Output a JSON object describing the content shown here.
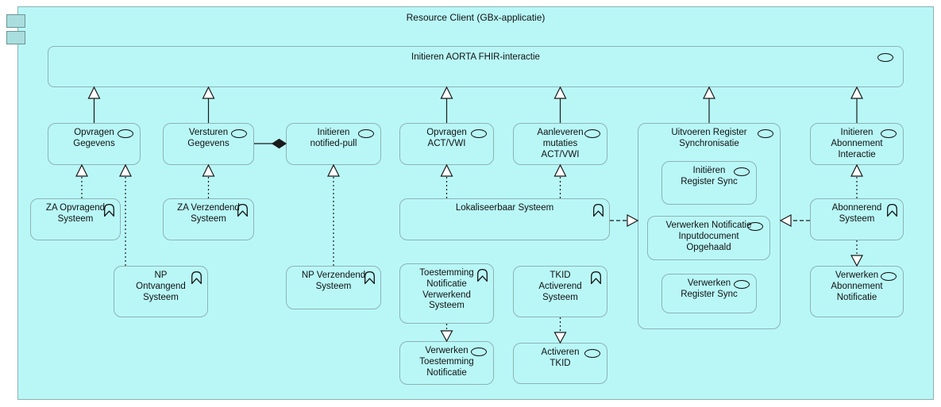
{
  "window": {
    "title": "Resource Client (GBx-applicatie)"
  },
  "colors": {
    "element_fill": "#b9f7f7",
    "element_border": "#8fb2b2",
    "component_icon_fill": "#a9dede",
    "line": "#1a1a1a",
    "text": "#111111"
  },
  "icons": {
    "oval": "application-service-icon (ellipse outline)",
    "chevron": "application-event-icon (rounded chevron flag)",
    "component": "application-component-icon (two squares on left edge)"
  },
  "bar": {
    "label": "Initieren AORTA FHIR-interactie"
  },
  "group": {
    "label": "Uitvoeren Register\nSynchronisatie"
  },
  "nodes": {
    "opvragen_gegevens": {
      "label": "Opvragen\nGegevens"
    },
    "versturen_gegevens": {
      "label": "Versturen\nGegevens"
    },
    "initieren_notified_pull": {
      "label": "Initieren\nnotified-pull"
    },
    "opvragen_act_vwi": {
      "label": "Opvragen\nACT/VWI"
    },
    "aanleveren_mutaties": {
      "label": "Aanleveren\nmutaties\nACT/VWI"
    },
    "initieren_abonnement": {
      "label": "Initieren\nAbonnement\nInteractie"
    },
    "za_opvragend": {
      "label": "ZA Opvragend\nSysteem"
    },
    "za_verzendend": {
      "label": "ZA Verzendend\nSysteem"
    },
    "lokaliseerbaar": {
      "label": "Lokaliseerbaar Systeem"
    },
    "abonnerend": {
      "label": "Abonnerend\nSysteem"
    },
    "np_ontvangend": {
      "label": "NP\nOntvangend\nSysteem"
    },
    "np_verzendend": {
      "label": "NP Verzendend\nSysteem"
    },
    "toestemming_notificatie": {
      "label": "Toestemming\nNotificatie\nVerwerkend\nSysteem"
    },
    "tkid_activerend": {
      "label": "TKID\nActiverend\nSysteem"
    },
    "verwerken_abonnement": {
      "label": "Verwerken\nAbonnement\nNotificatie"
    },
    "verwerken_toestemming": {
      "label": "Verwerken\nToestemming\nNotificatie"
    },
    "activeren_tkid": {
      "label": "Activeren\nTKID"
    },
    "initieren_register_sync": {
      "label": "Initiëren\nRegister Sync"
    },
    "verwerken_notificatie_input": {
      "label": "Verwerken Notificatie\nInputdocument\nOpgehaald"
    },
    "verwerken_register_sync": {
      "label": "Verwerken\nRegister Sync"
    }
  }
}
